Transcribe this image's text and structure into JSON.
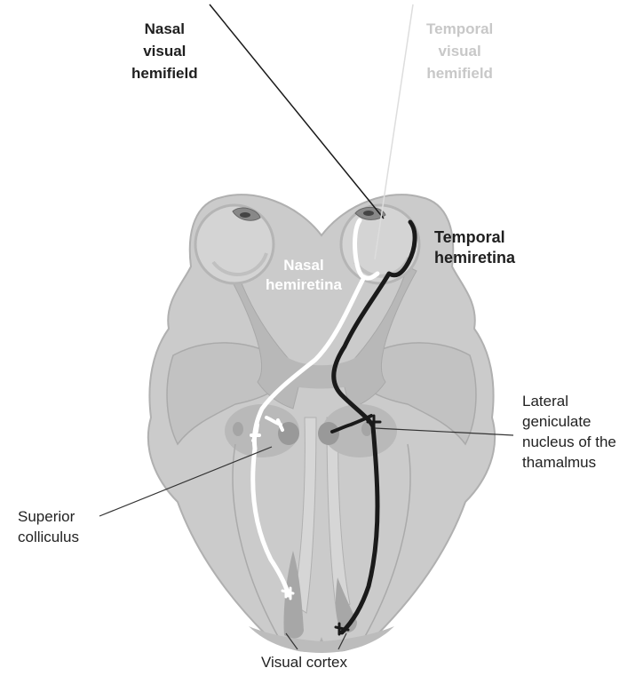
{
  "labels": {
    "nasal_field": [
      "Nasal",
      "visual",
      "hemifield"
    ],
    "temporal_field": [
      "Temporal",
      "visual",
      "hemifield"
    ],
    "temporal_retina": [
      "Temporal",
      "hemiretina"
    ],
    "nasal_retina": [
      "Nasal",
      "hemiretina"
    ],
    "lgn": [
      "Lateral",
      "geniculate",
      "nucleus of the",
      "thamalmus"
    ],
    "sc": [
      "Superior",
      "colliculus"
    ],
    "cortex": "Visual cortex"
  },
  "colors": {
    "brain": "#cbcbcb",
    "brain_edge": "#b0b0b0",
    "inner": "#bdbdbd",
    "dark_path": "#1a1a1a",
    "light_path": "#ffffff",
    "light_text": "#c8c8c8",
    "eye": "#d4d4d4"
  }
}
